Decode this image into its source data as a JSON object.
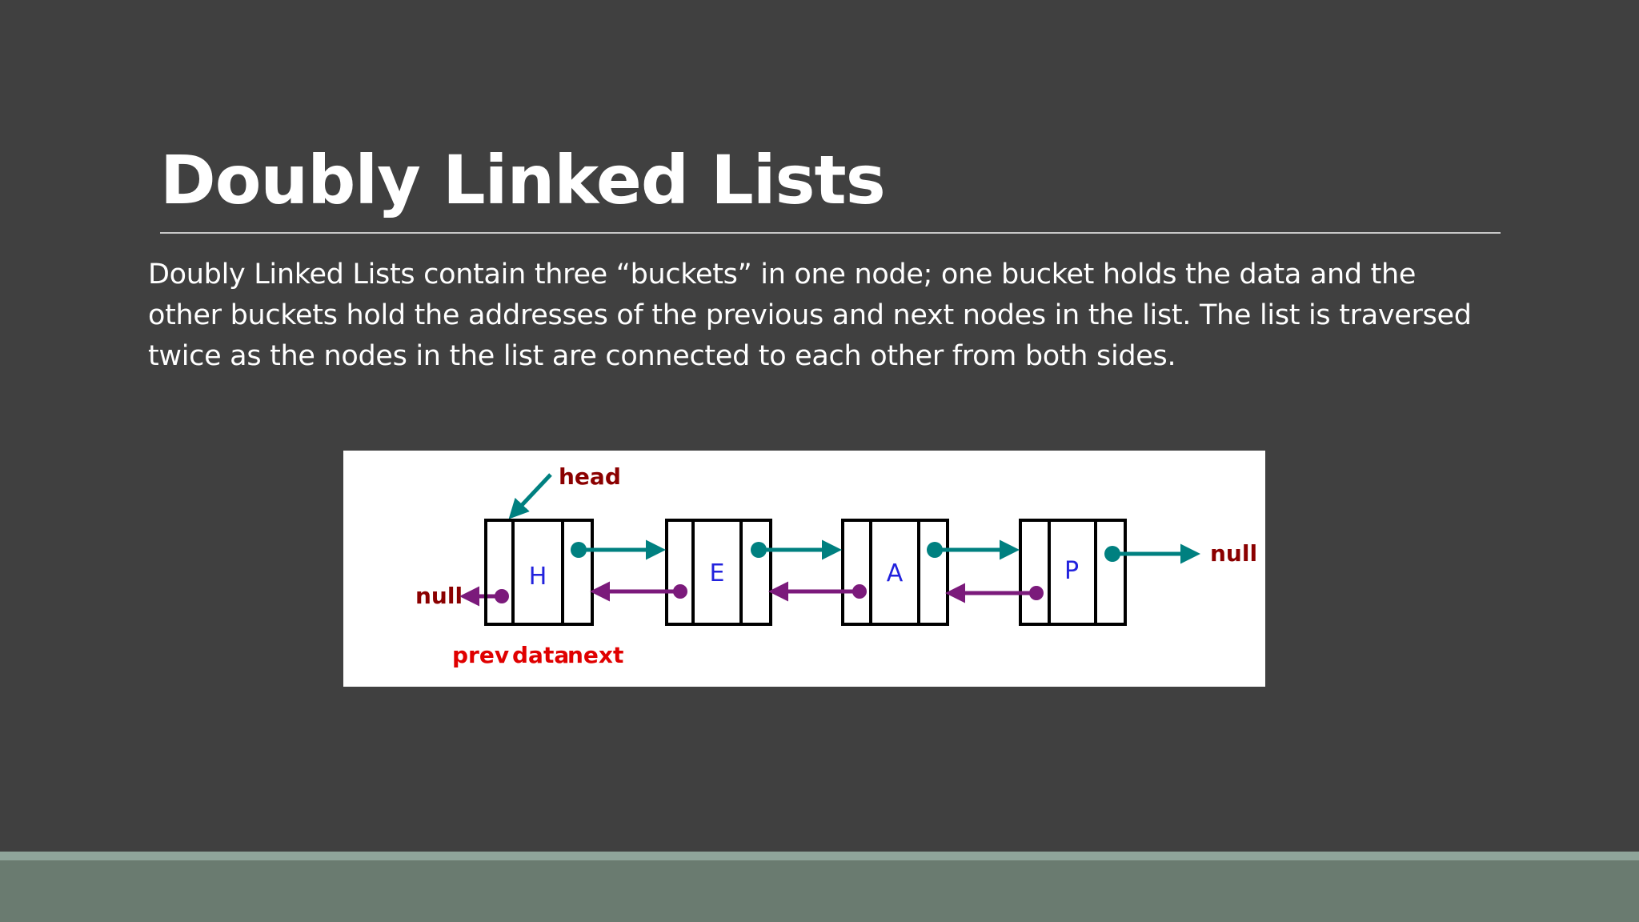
{
  "slide": {
    "title": "Doubly Linked Lists",
    "body_lines": [
      "Doubly Linked Lists contain three “buckets” in one node; one bucket holds the data and the",
      "other buckets hold the addresses of the previous and next nodes in the list. The list is traversed",
      "twice as the nodes in the list are connected to each other from both sides."
    ]
  },
  "diagram": {
    "head_label": "head",
    "left_null_label": "null",
    "right_null_label": "null",
    "nodes": [
      "H",
      "E",
      "A",
      "P"
    ],
    "field_labels": {
      "prev": "prev",
      "data": "data",
      "next": "next"
    },
    "colors": {
      "next_pointer": "#008080",
      "prev_pointer": "#7b1a7b",
      "label_dark_red": "#8b0000",
      "field_label_red": "#e00000",
      "data_blue": "#2222dd"
    }
  },
  "theme": {
    "background": "#404040",
    "footer_band": "#6a7b70",
    "footer_stripe": "#8fa49a"
  }
}
